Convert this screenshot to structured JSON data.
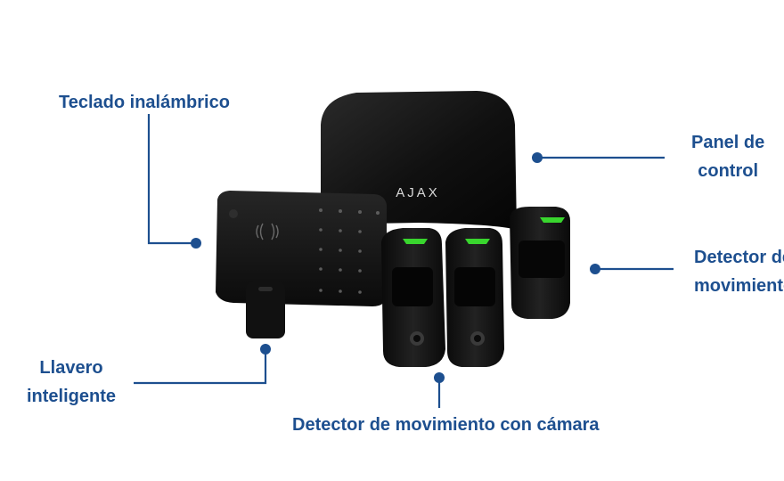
{
  "labels": {
    "keypad": "Teclado inalámbrico",
    "hub_line1": "Panel de",
    "hub_line2": "control",
    "motion_line1": "Detector de",
    "motion_line2": "movimiento",
    "fob_line1": "Llavero",
    "fob_line2": "inteligente",
    "motion_cam": "Detector de movimiento con cámara"
  },
  "hub_logo": "AJAX",
  "colors": {
    "accent": "#1d4f8f",
    "device": "#141414",
    "led": "#39d62e"
  },
  "icons": {
    "keypad_nfc": "nfc-icon",
    "leader_dot": "circle-dot-icon"
  }
}
